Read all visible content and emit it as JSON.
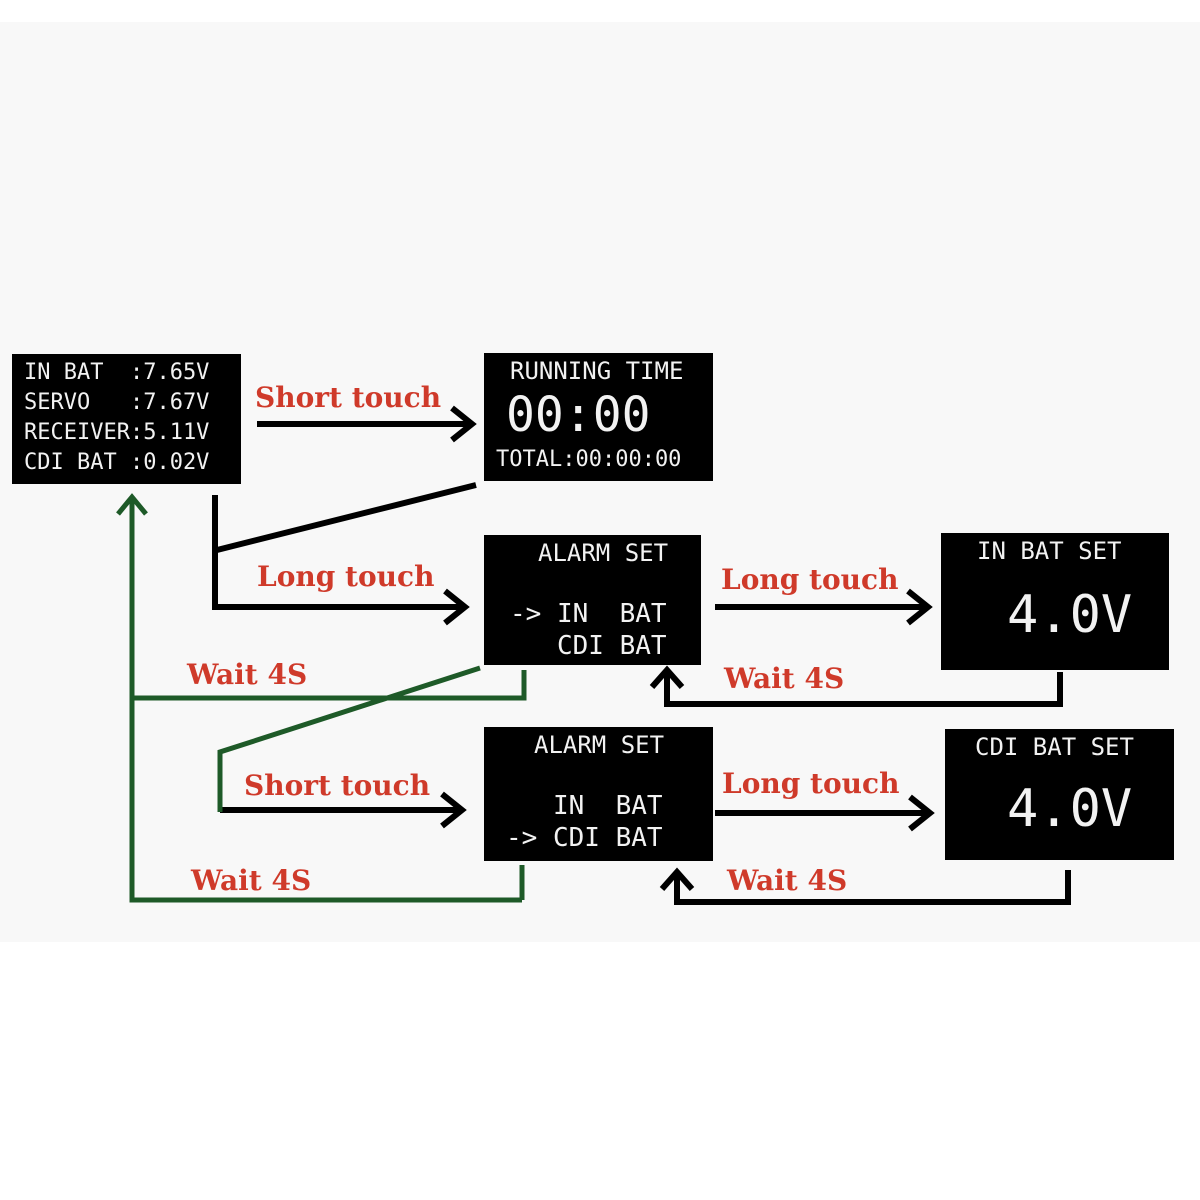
{
  "screens": {
    "main": {
      "lines": [
        "IN BAT  :7.65V",
        "SERVO   :7.67V",
        "RECEIVER:5.11V",
        "CDI BAT :0.02V"
      ]
    },
    "running": {
      "title": "RUNNING TIME",
      "time": "00:00",
      "total": "TOTAL:00:00:00"
    },
    "alarm_in": {
      "title": "ALARM SET",
      "line1": "-> IN  BAT",
      "line2": "   CDI BAT"
    },
    "in_bat_set": {
      "title": "IN BAT SET",
      "value": "4.0V"
    },
    "alarm_cdi": {
      "title": "ALARM SET",
      "line1": "   IN  BAT",
      "line2": "-> CDI BAT"
    },
    "cdi_bat_set": {
      "title": "CDI BAT SET",
      "value": "4.0V"
    }
  },
  "labels": {
    "short_touch_1": "Short touch",
    "long_touch_1": "Long touch",
    "long_touch_2": "Long touch",
    "wait_4s_1": "Wait 4S",
    "wait_4s_2": "Wait 4S",
    "short_touch_2": "Short touch",
    "long_touch_3": "Long touch",
    "wait_4s_3": "Wait 4S",
    "wait_4s_4": "Wait 4S"
  },
  "colors": {
    "label": "#cf3a2a",
    "black_arrow": "#000000",
    "green_arrow": "#1e5a28",
    "screen_bg": "#000000",
    "screen_text": "#f2f2f2"
  }
}
